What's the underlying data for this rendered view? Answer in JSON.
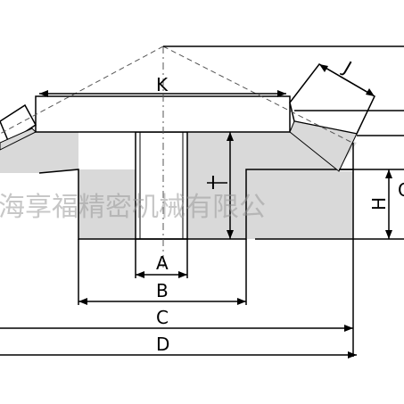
{
  "labels": {
    "A": "A",
    "B": "B",
    "C": "C",
    "D": "D",
    "G": "G",
    "H": "H",
    "I": "I",
    "J": "J",
    "K": "K"
  },
  "watermark": "海享福精密机械有限公",
  "colors": {
    "body_fill": "#d9d9d9",
    "line": "#000000",
    "background": "#ffffff",
    "watermark": "#9a9a9a"
  }
}
